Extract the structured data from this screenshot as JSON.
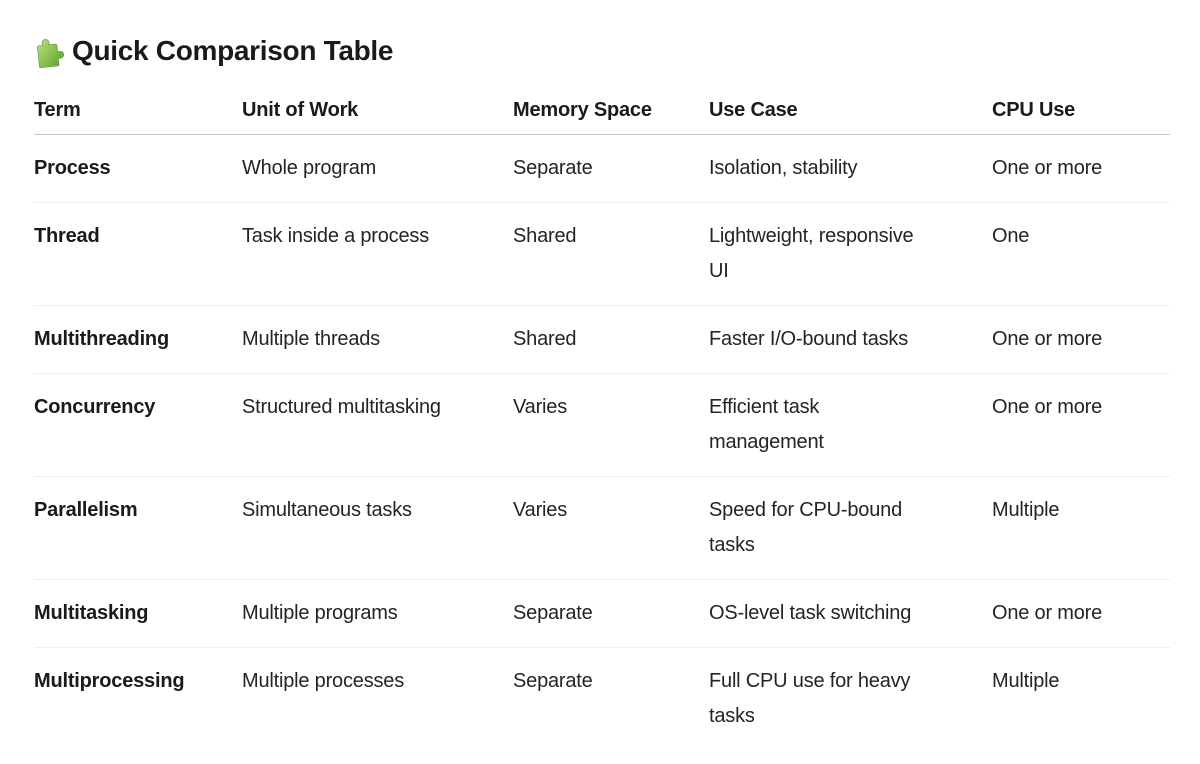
{
  "page": {
    "title": "Quick Comparison Table",
    "title_icon": {
      "name": "puzzle-piece-emoji",
      "color_light": "#a8d96c",
      "color_dark": "#5c9e31"
    }
  },
  "table": {
    "columns": [
      "Term",
      "Unit of Work",
      "Memory Space",
      "Use Case",
      "CPU Use"
    ],
    "rows": [
      {
        "term": "Process",
        "unit_of_work": "Whole program",
        "memory_space": "Separate",
        "use_case": "Isolation, stability",
        "cpu_use": "One or more"
      },
      {
        "term": "Thread",
        "unit_of_work": "Task inside a process",
        "memory_space": "Shared",
        "use_case": "Lightweight, responsive\nUI",
        "cpu_use": "One"
      },
      {
        "term": "Multithreading",
        "unit_of_work": "Multiple threads",
        "memory_space": "Shared",
        "use_case": "Faster I/O-bound tasks",
        "cpu_use": "One or more"
      },
      {
        "term": "Concurrency",
        "unit_of_work": "Structured multitasking",
        "memory_space": "Varies",
        "use_case": "Efficient task\nmanagement",
        "cpu_use": "One or more"
      },
      {
        "term": "Parallelism",
        "unit_of_work": "Simultaneous tasks",
        "memory_space": "Varies",
        "use_case": "Speed for CPU-bound\ntasks",
        "cpu_use": "Multiple"
      },
      {
        "term": "Multitasking",
        "unit_of_work": "Multiple programs",
        "memory_space": "Separate",
        "use_case": "OS-level task switching",
        "cpu_use": "One or more"
      },
      {
        "term": "Multiprocessing",
        "unit_of_work": "Multiple processes",
        "memory_space": "Separate",
        "use_case": "Full CPU use for heavy\ntasks",
        "cpu_use": "Multiple"
      }
    ]
  }
}
